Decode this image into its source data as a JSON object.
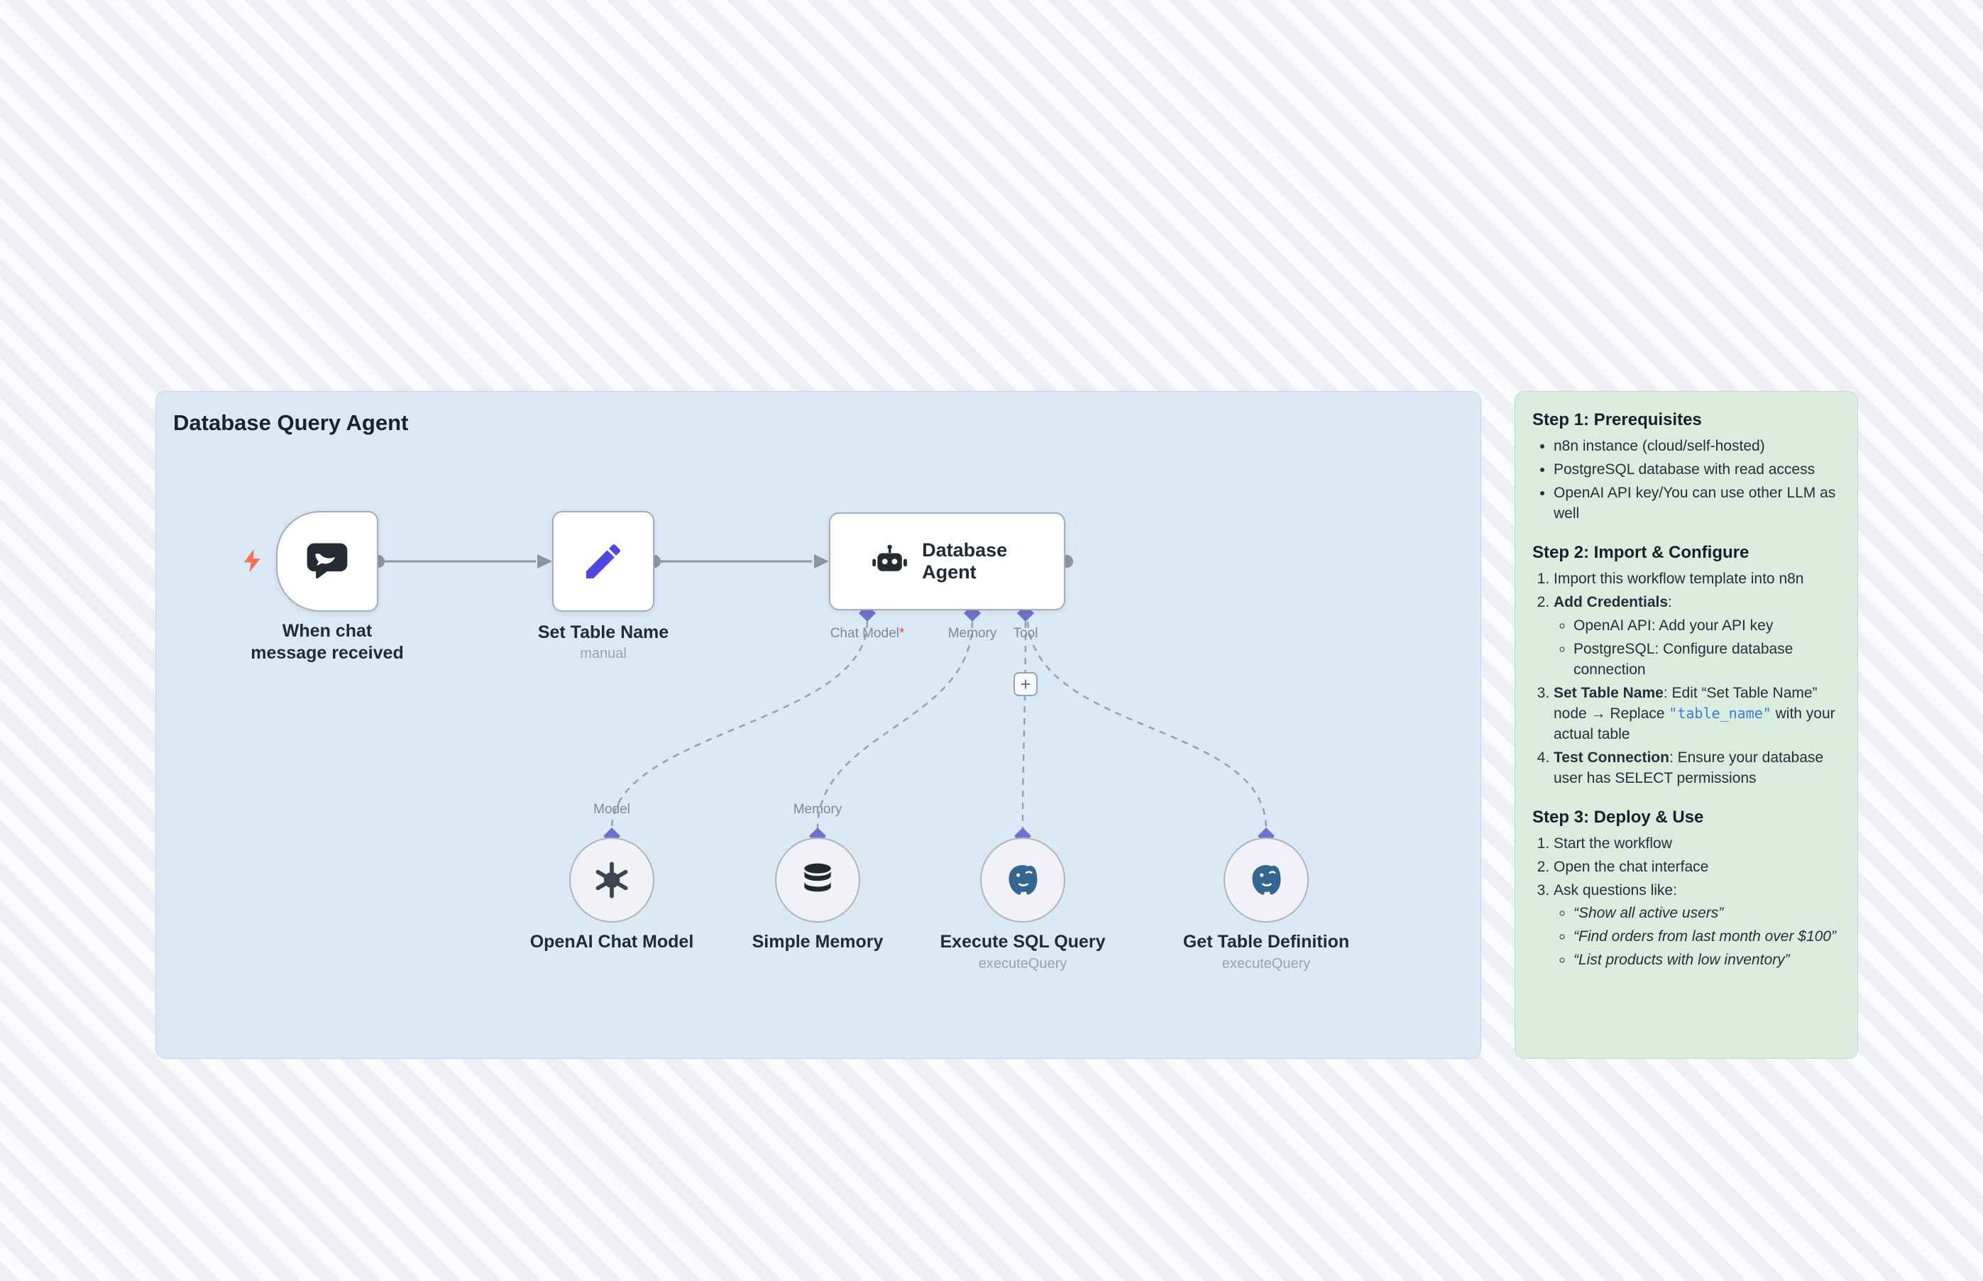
{
  "workflow": {
    "title": "Database Query Agent"
  },
  "nodes": {
    "trigger": {
      "label": "When chat message received",
      "icon": "chat-bubbles-icon"
    },
    "set_table_name": {
      "label": "Set Table Name",
      "subtitle": "manual",
      "icon": "pencil-icon"
    },
    "agent": {
      "label": "Database Agent",
      "icon": "robot-icon",
      "ports": [
        {
          "label": "Chat Model",
          "required": "*"
        },
        {
          "label": "Memory"
        },
        {
          "label": "Tool"
        }
      ]
    },
    "openai_chat_model": {
      "label": "OpenAI Chat Model",
      "port": "Model",
      "icon": "openai-icon"
    },
    "simple_memory": {
      "label": "Simple Memory",
      "port": "Memory",
      "icon": "database-stack-icon"
    },
    "execute_sql_query": {
      "label": "Execute SQL Query",
      "subtitle": "executeQuery",
      "icon": "postgresql-icon"
    },
    "get_table_definition": {
      "label": "Get Table Definition",
      "subtitle": "executeQuery",
      "icon": "postgresql-icon"
    }
  },
  "canvas": {
    "add_node_button": "+"
  },
  "colors": {
    "sticky_blue": "#dae9f6",
    "sticky_green": "#d9edde",
    "connector_diamond": "#6d72cf",
    "wire_gray": "#8d93a0",
    "trigger_bolt": "#ff6d5a",
    "pencil_indigo": "#4e46e5",
    "postgres_blue": "#336791",
    "code_blue": "#3c78e0"
  },
  "instructions": {
    "step1": {
      "title": "Step 1: Prerequisites",
      "items": [
        "n8n instance (cloud/self-hosted)",
        "PostgreSQL database with read access",
        "OpenAI API key/You can use other LLM as well"
      ]
    },
    "step2": {
      "title": "Step 2: Import & Configure",
      "item1": "Import this workflow template into n8n",
      "item2_bold": "Add Credentials",
      "item2_rest": ":",
      "item2_subitems": [
        "OpenAI API: Add your API key",
        "PostgreSQL: Configure database connection"
      ],
      "item3_bold": "Set Table Name",
      "item3_mid": ": Edit “Set Table Name” node → Replace ",
      "item3_code": "\"table_name\"",
      "item3_end": " with your actual table",
      "item4_bold": "Test Connection",
      "item4_rest": ": Ensure your database user has SELECT permissions"
    },
    "step3": {
      "title": "Step 3: Deploy & Use",
      "item1": "Start the workflow",
      "item2": "Open the chat interface",
      "item3": "Ask questions like:",
      "examples": [
        "“Show all active users”",
        "“Find orders from last month over $100”",
        "“List products with low inventory”"
      ]
    }
  }
}
